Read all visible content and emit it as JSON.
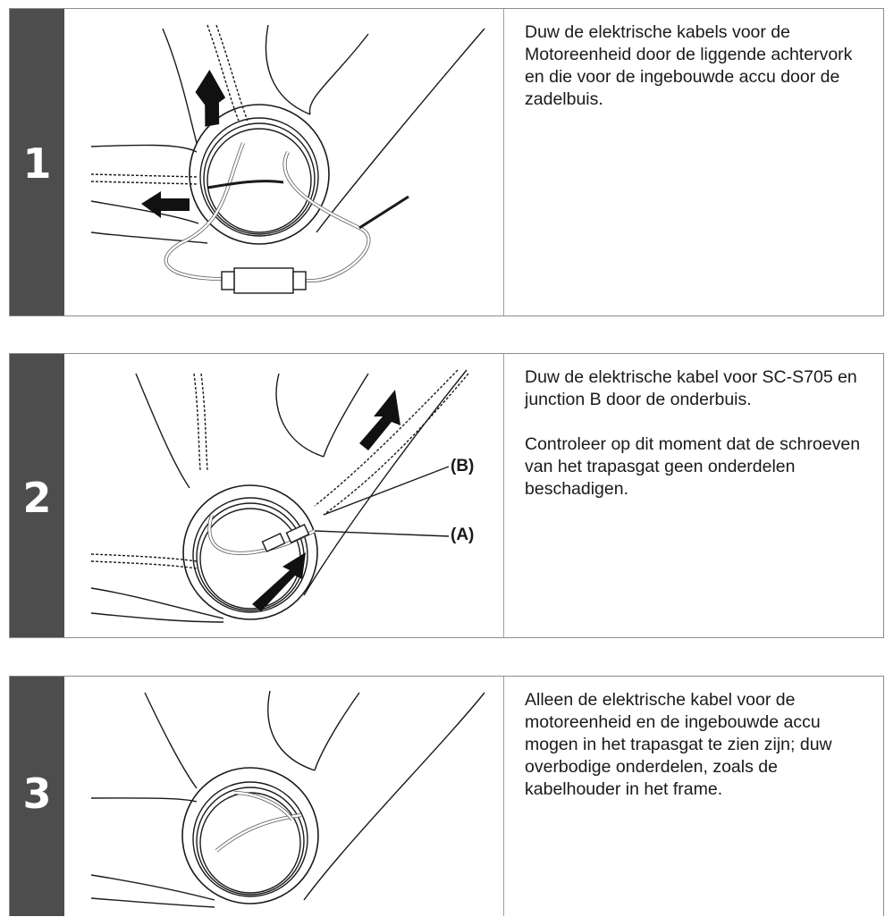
{
  "steps": [
    {
      "number": "1",
      "paragraphs": [
        "Duw de elektrische kabels voor de Motoreenheid door de liggende achtervork en die voor de ingebouwde accu door de zadelbuis."
      ]
    },
    {
      "number": "2",
      "paragraphs": [
        "Duw de elektrische kabel voor SC-S705 en junction B door de onderbuis.",
        "Controleer op dit moment dat de schroeven van het trapasgat geen onderdelen beschadigen."
      ],
      "labels": {
        "a": "(A)",
        "b": "(B)"
      }
    },
    {
      "number": "3",
      "paragraphs": [
        "Alleen de elektrische kabel voor de motoreenheid en de ingebouwde accu mogen in het trapasgat te zien zijn; duw overbodige onderdelen, zoals de kabelhouder in het frame."
      ]
    }
  ]
}
